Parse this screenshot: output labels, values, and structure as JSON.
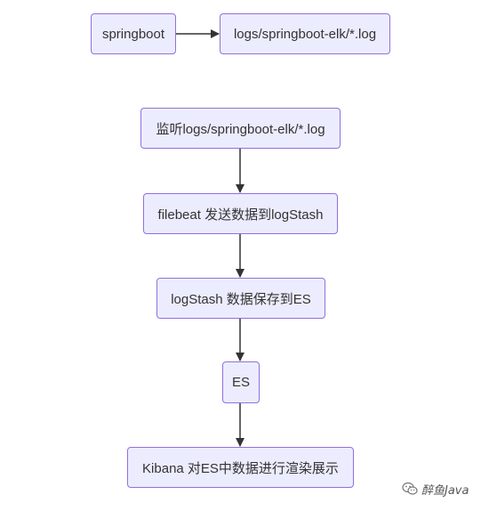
{
  "diagram": {
    "nodes": [
      {
        "id": "springboot",
        "label": "springboot"
      },
      {
        "id": "logs",
        "label": "logs/springboot-elk/*.log"
      },
      {
        "id": "listen",
        "label": "监听logs/springboot-elk/*.log"
      },
      {
        "id": "filebeat",
        "label": "filebeat 发送数据到logStash"
      },
      {
        "id": "logstash",
        "label": "logStash 数据保存到ES"
      },
      {
        "id": "es",
        "label": "ES"
      },
      {
        "id": "kibana",
        "label": "Kibana 对ES中数据进行渲染展示"
      }
    ],
    "edges": [
      {
        "from": "springboot",
        "to": "logs"
      },
      {
        "from": "listen",
        "to": "filebeat"
      },
      {
        "from": "filebeat",
        "to": "logstash"
      },
      {
        "from": "logstash",
        "to": "es"
      },
      {
        "from": "es",
        "to": "kibana"
      }
    ]
  },
  "watermark": {
    "text": "醉鱼Java",
    "icon": "wechat-icon"
  }
}
